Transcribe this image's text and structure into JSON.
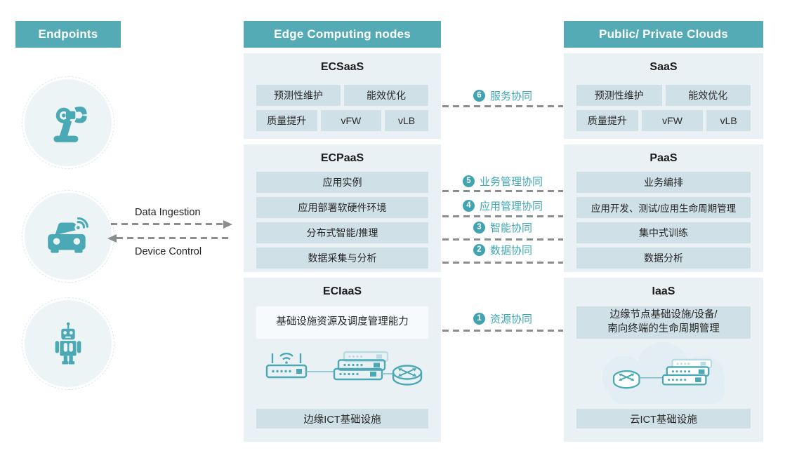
{
  "colors": {
    "header_teal": "#54abb6",
    "panel_bg": "#eaf1f5",
    "box_bg": "#cfe0e7",
    "light_box_bg": "#f6fafc",
    "connector_teal": "#3fa7b3",
    "icon_teal": "#4aa9b4",
    "dash_gray": "#8b8e8f"
  },
  "endpoints": {
    "header": "Endpoints"
  },
  "arrows": {
    "data_ingestion": "Data Ingestion",
    "device_control": "Device Control"
  },
  "edge": {
    "header": "Edge Computing nodes",
    "ecsaas": {
      "title": "ECSaaS",
      "row1": [
        "预测性维护",
        "能效优化"
      ],
      "row2": [
        "质量提升",
        "vFW",
        "vLB"
      ]
    },
    "ecpaas": {
      "title": "ECPaaS",
      "rows": [
        "应用实例",
        "应用部署软硬件环境",
        "分布式智能/推理",
        "数据采集与分析"
      ]
    },
    "eciaas": {
      "title": "ECIaaS",
      "capability": "基础设施资源及调度管理能力",
      "infra": "边缘ICT基础设施"
    }
  },
  "cloud": {
    "header": "Public/ Private Clouds",
    "saas": {
      "title": "SaaS",
      "row1": [
        "预测性维护",
        "能效优化"
      ],
      "row2": [
        "质量提升",
        "vFW",
        "vLB"
      ]
    },
    "paas": {
      "title": "PaaS",
      "rows": [
        "业务编排",
        "应用开发、测试/应用生命周期管理",
        "集中式训练",
        "数据分析"
      ]
    },
    "iaas": {
      "title": "IaaS",
      "capability_line1": "边缘节点基础设施/设备/",
      "capability_line2": "南向终端的生命周期管理",
      "infra": "云ICT基础设施"
    }
  },
  "connectors": [
    {
      "num": "6",
      "label": "服务协同"
    },
    {
      "num": "5",
      "label": "业务管理协同"
    },
    {
      "num": "4",
      "label": "应用管理协同"
    },
    {
      "num": "3",
      "label": "智能协同"
    },
    {
      "num": "2",
      "label": "数据协同"
    },
    {
      "num": "1",
      "label": "资源协同"
    }
  ]
}
